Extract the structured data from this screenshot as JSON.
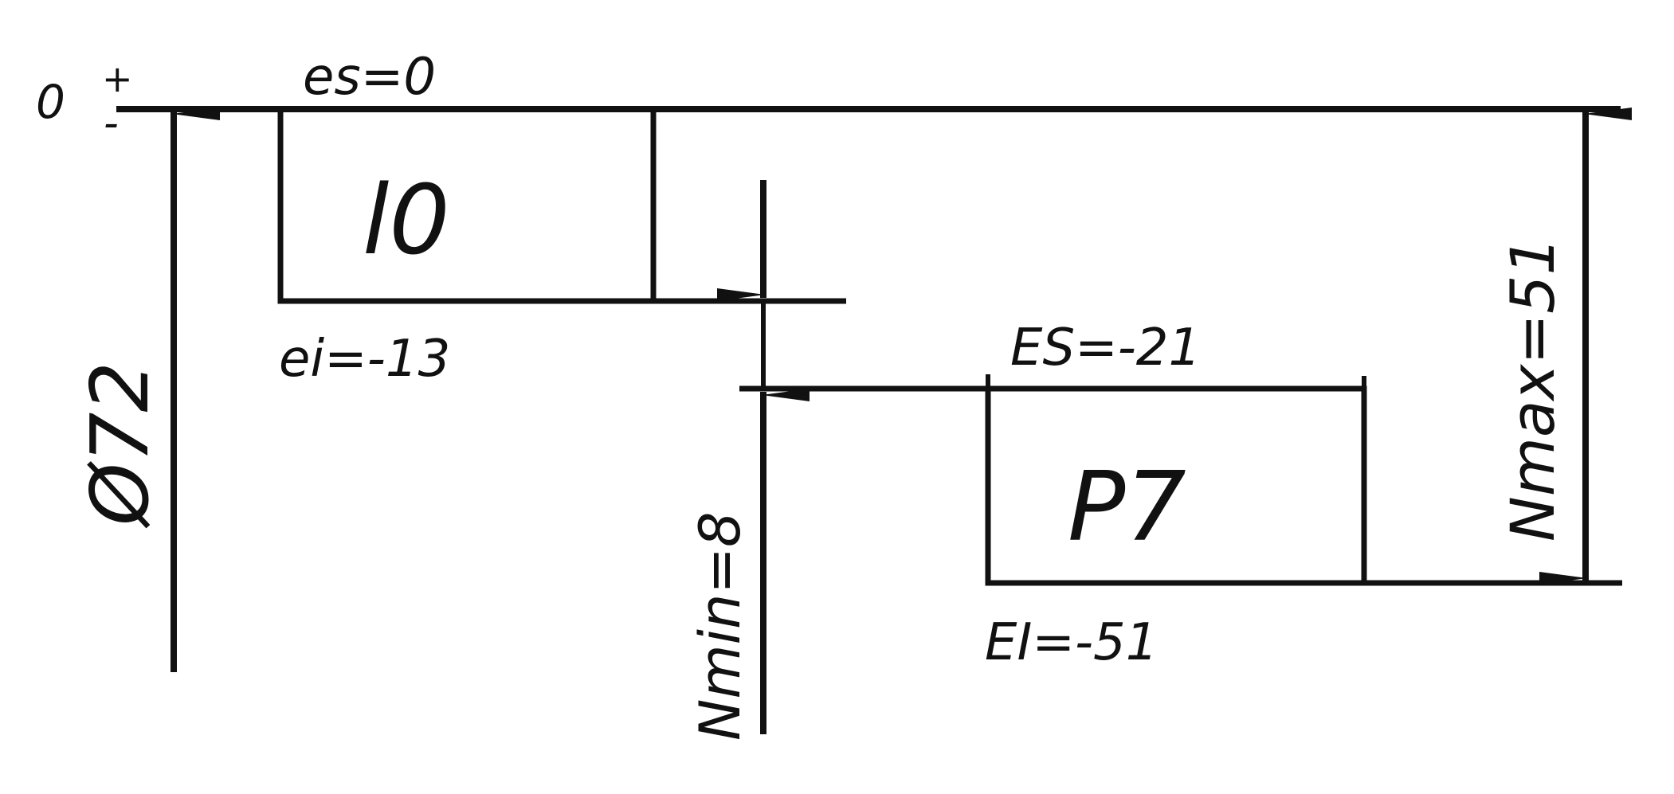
{
  "zero_line": {
    "label": "0",
    "plus": "+",
    "minus": "-"
  },
  "nominal": {
    "label": "Ø72"
  },
  "shaft_zone": {
    "label": "l0",
    "es": "es=0",
    "ei": "ei=-13"
  },
  "hole_zone": {
    "label": "P7",
    "ES": "ES=-21",
    "EI": "EI=-51"
  },
  "n_min": {
    "label": "Nmin=8"
  },
  "n_max": {
    "label": "Nmax=51"
  }
}
